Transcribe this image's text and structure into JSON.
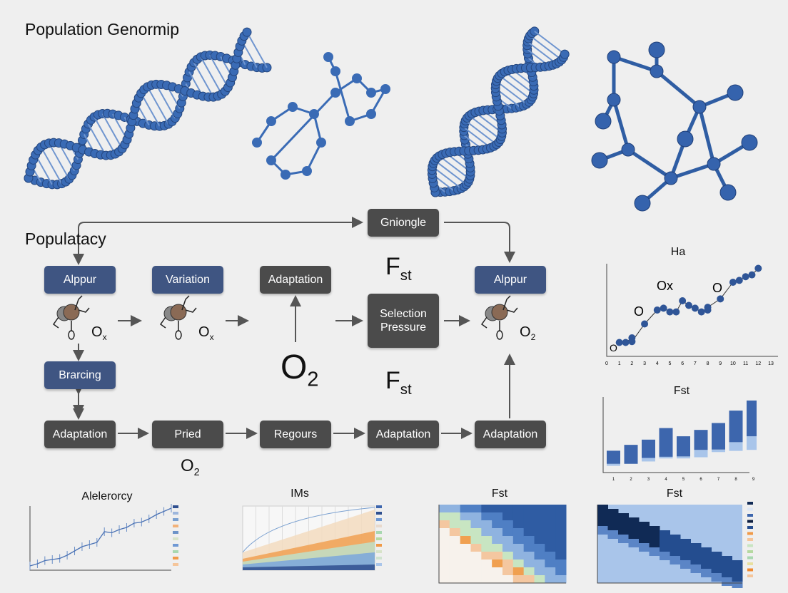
{
  "header": {
    "title": "Population Genormip"
  },
  "diagram": {
    "section_label": "Populatacy",
    "boxes": {
      "alppur_left": "Alppur",
      "variation": "Variation",
      "adaptation_top": "Adaptation",
      "gniongle": "Gniongle",
      "selection_pressure": "Selection Pressure",
      "alppur_right": "Alppur",
      "brarcing": "Brarcing",
      "bottom_1": "Adaptation",
      "bottom_2": "Pried",
      "bottom_3": "Regours",
      "bottom_4": "Adaptation",
      "bottom_5": "Adaptation"
    },
    "symbols": {
      "fst": "F",
      "fst_sub": "st",
      "o2": "O",
      "o2_sub": "2",
      "ox": "O",
      "ox_sub": "x"
    },
    "colors": {
      "blue_box": "#3f5582",
      "grey_box": "#4b4b4b",
      "molecule": "#3a6bb5"
    }
  },
  "chart_data": [
    {
      "type": "line",
      "title": "Ha",
      "x": [
        1,
        1.5,
        2,
        2,
        3,
        4,
        4.5,
        5,
        5.5,
        6,
        6.5,
        7,
        7.5,
        8,
        8,
        9,
        10,
        10.5,
        11,
        11.5,
        12
      ],
      "y": [
        25,
        25,
        30,
        26,
        45,
        60,
        62,
        58,
        58,
        70,
        65,
        62,
        58,
        60,
        63,
        72,
        90,
        92,
        96,
        98,
        105
      ],
      "annotations": [
        "O",
        "O",
        "O",
        "Ox"
      ],
      "xticks": [
        "0",
        "1",
        "2",
        "3",
        "4",
        "5",
        "6",
        "7",
        "8",
        "9",
        "10",
        "11",
        "12",
        "13"
      ]
    },
    {
      "type": "bar",
      "title": "Fst",
      "categories": [
        "1",
        "2",
        "3",
        "4",
        "5",
        "6",
        "7",
        "8",
        "9"
      ],
      "series": [
        {
          "values_base": [
            40,
            52,
            66,
            84,
            84,
            91,
            122,
            129,
            135
          ],
          "values_mid": [
            52,
            52,
            87,
            94,
            96,
            135,
            137,
            181,
            216
          ],
          "values_top": [
            130,
            165,
            196,
            265,
            216,
            254,
            295,
            369,
            429
          ]
        }
      ],
      "ylim": [
        0,
        450
      ]
    },
    {
      "type": "line",
      "title": "Alelerorcy",
      "x": [
        1,
        2,
        3,
        4,
        5,
        6,
        7,
        8,
        9,
        10,
        11,
        12,
        13,
        14,
        15,
        16,
        17,
        18,
        19,
        20
      ],
      "y": [
        4,
        6,
        9,
        10,
        11,
        14,
        18,
        22,
        24,
        26,
        36,
        35,
        38,
        40,
        44,
        45,
        48,
        52,
        55,
        58
      ],
      "legend_count": 10
    },
    {
      "type": "area",
      "title": "IMs",
      "legend_count": 10
    },
    {
      "type": "heatmap",
      "title": "Fst"
    },
    {
      "type": "heatmap",
      "title": "Fst",
      "legend_count": 13
    }
  ]
}
